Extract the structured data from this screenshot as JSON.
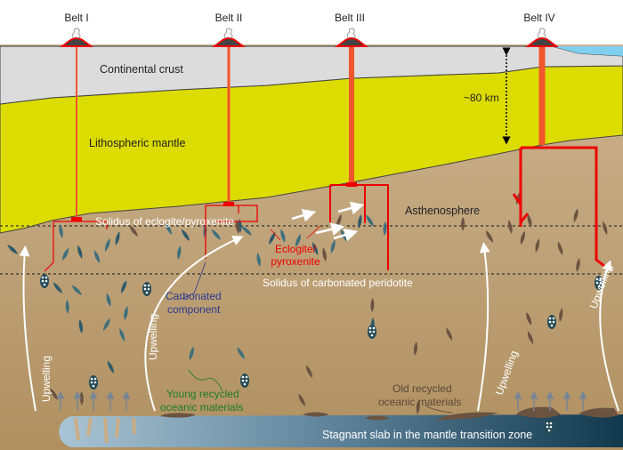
{
  "belts": [
    "Belt I",
    "Belt II",
    "Belt III",
    "Belt IV"
  ],
  "layers": {
    "crust": "Continental crust",
    "lithosphere": "Lithospheric mantle",
    "asthenosphere": "Asthenosphere",
    "depth": "~80 km",
    "slab": "Stagnant slab in the mantle transition zone"
  },
  "solidus": {
    "eclogite": "Solidus of eclogite/pyroxenite",
    "peridotite": "Solidus of carbonated peridotite"
  },
  "labels": {
    "eclogite_1": "Eclogite/",
    "eclogite_2": "pyroxenite",
    "carbonated_1": "Carbonated",
    "carbonated_2": "component",
    "young_1": "Young recycled",
    "young_2": "oceanic materials",
    "old_1": "Old recycled",
    "old_2": "oceanic materials",
    "upwelling": "Upwelling"
  },
  "colors": {
    "crust": "#dcdcdc",
    "lithosphere": "#dcdc00",
    "asthenosphere": "#c2a57e",
    "magma": "#ee1111",
    "conduit": "#f0562c",
    "ocean": "#7fd0ee"
  }
}
